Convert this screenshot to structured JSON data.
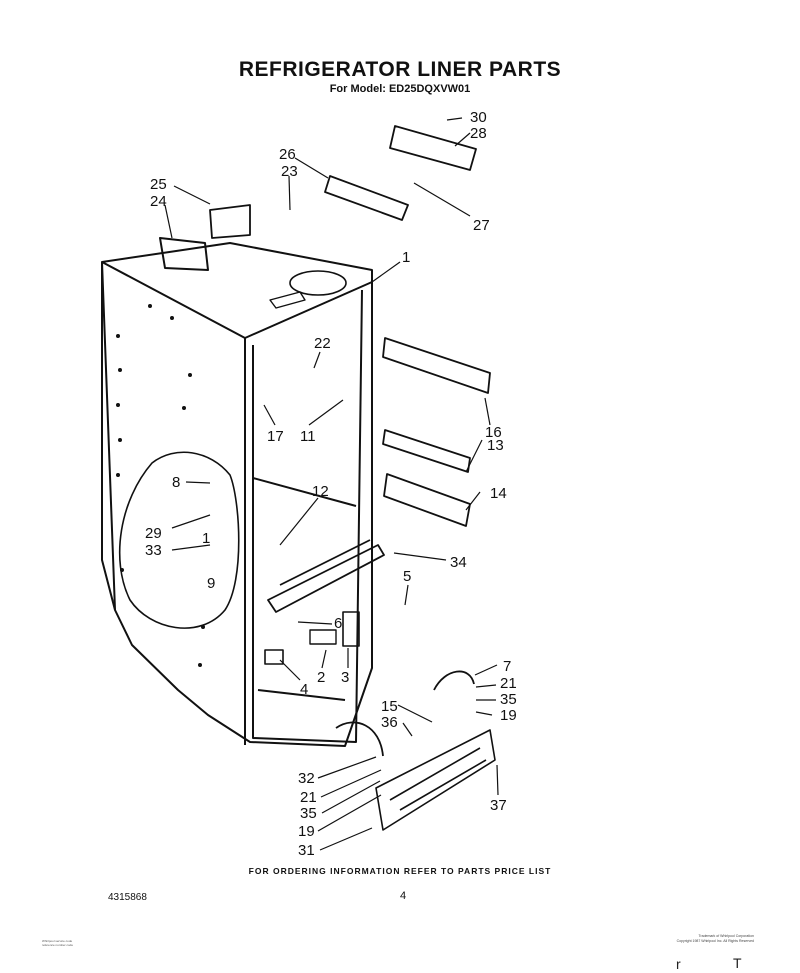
{
  "header": {
    "title": "REFRIGERATOR LINER PARTS",
    "model_line": "For Model: ED25DQXVW01"
  },
  "callouts": {
    "c30": "30",
    "c28": "28",
    "c26": "26",
    "c23": "23",
    "c25": "25",
    "c24": "24",
    "c27": "27",
    "c1": "1",
    "c22": "22",
    "c17": "17",
    "c11": "11",
    "c16": "16",
    "c13": "13",
    "c14": "14",
    "c8": "8",
    "c12": "12",
    "c29": "29",
    "c33": "33",
    "c1b": "1",
    "c9": "9",
    "c34": "34",
    "c5": "5",
    "c6": "6",
    "c4": "4",
    "c2": "2",
    "c3": "3",
    "c7": "7",
    "c21": "21",
    "c35": "35",
    "c19": "19",
    "c15": "15",
    "c36": "36",
    "c32": "32",
    "c21b": "21",
    "c35b": "35",
    "c19b": "19",
    "c31": "31",
    "c37": "37"
  },
  "footer": {
    "ordering_note": "FOR ORDERING INFORMATION REFER TO PARTS PRICE LIST",
    "doc_number": "4315868",
    "page_number": "4",
    "fine_left": [
      "Whirlpool service code",
      "reference number code"
    ],
    "fine_right": [
      "Trademark of Whirlpool Corporation",
      "Copyright 1987 Whirlpool Inc. All Rights Reserved"
    ],
    "stray_marks": [
      "r",
      "T"
    ]
  }
}
